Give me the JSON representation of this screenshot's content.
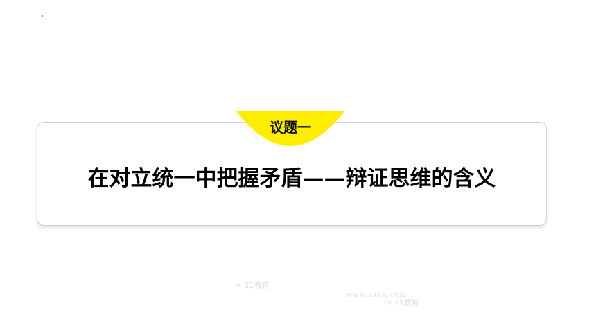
{
  "badge": {
    "label": "议题一",
    "color": "#ffed00"
  },
  "title": {
    "text": "在对立统一中把握矛盾——辩证思维的含义"
  },
  "watermarks": {
    "logo_text": "✂ 21教育",
    "url_text": "www.zxxk.com",
    "logo_text_2": "✂ 21教育"
  }
}
